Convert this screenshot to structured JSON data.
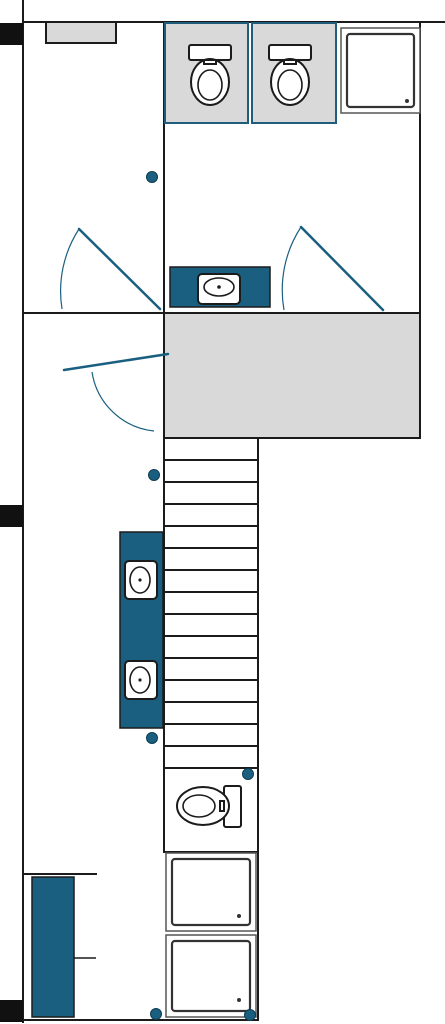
{
  "colors": {
    "wall": "#1b1b1b",
    "accent_blue": "#1a5f80",
    "fill_grey": "#d9d9d9",
    "background": "#ffffff"
  },
  "icons": {
    "toilet": "toilet-icon",
    "sink": "sink-icon",
    "shower": "shower-tray-icon",
    "door": "door-swing-icon",
    "stairs": "stair-step-icon",
    "fixture_point": "fixture-dot-icon",
    "pillar": "pillar-icon"
  },
  "fixtures": {
    "toilets": 3,
    "sinks": 3,
    "showers": 3,
    "doors": 3,
    "stair_steps": 14
  }
}
